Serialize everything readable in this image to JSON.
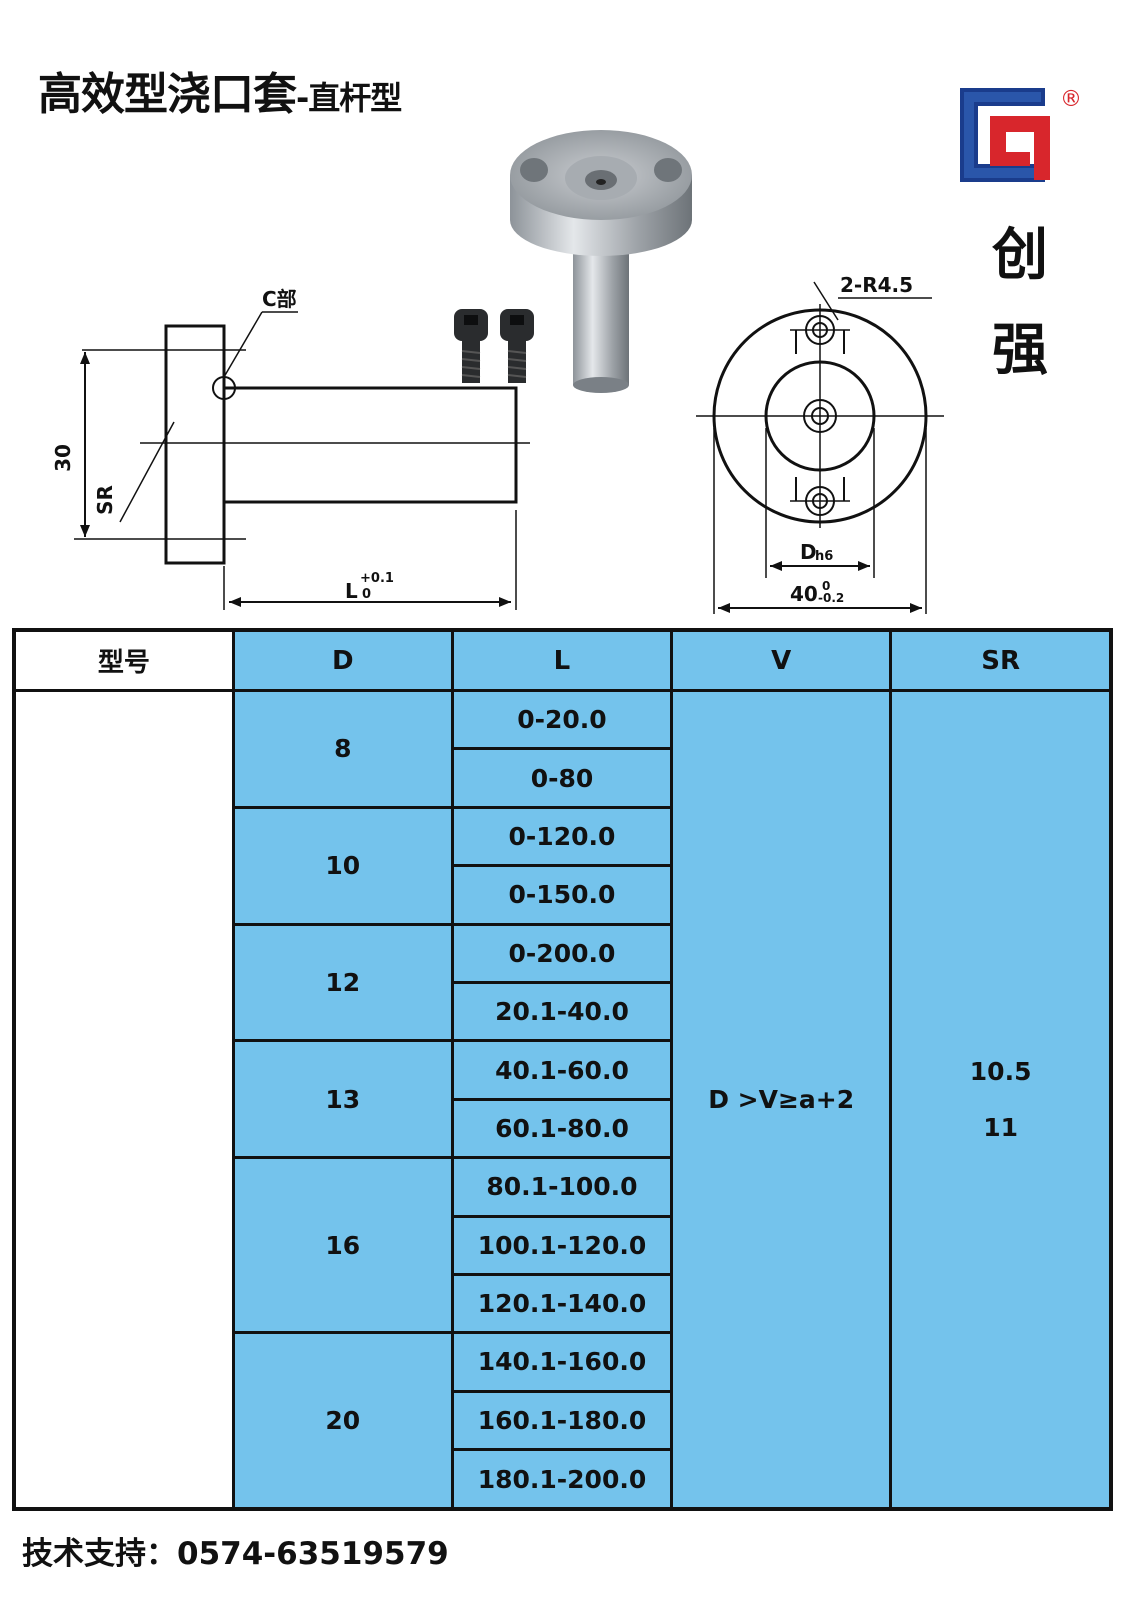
{
  "header": {
    "title_main": "高效型浇口套",
    "title_sub": "-直杆型",
    "brand_chars": [
      "创",
      "强"
    ],
    "registered_mark": "®"
  },
  "drawing": {
    "label_c_part": "C部",
    "label_height": "30",
    "label_sr": "SR",
    "label_l": "L",
    "label_l_tol_upper": "+0.1",
    "label_l_tol_lower": "0",
    "label_holes": "2-R4.5",
    "label_dh6_main": "D",
    "label_dh6_sub": "h6",
    "label_dia_main": "40",
    "label_dia_tol_upper": "0",
    "label_dia_tol_lower": "-0.2"
  },
  "table": {
    "headers": [
      "型号",
      "D",
      "L",
      "V",
      "SR"
    ],
    "groups": [
      {
        "d": "8",
        "l": [
          "0-20.0",
          "0-80"
        ]
      },
      {
        "d": "10",
        "l": [
          "0-120.0",
          "0-150.0"
        ]
      },
      {
        "d": "12",
        "l": [
          "0-200.0",
          "20.1-40.0"
        ]
      },
      {
        "d": "13",
        "l": [
          "40.1-60.0",
          "60.1-80.0"
        ]
      },
      {
        "d": "16",
        "l": [
          "80.1-100.0",
          "100.1-120.0",
          "120.1-140.0"
        ]
      },
      {
        "d": "20",
        "l": [
          "140.1-160.0",
          "160.1-180.0",
          "180.1-200.0"
        ]
      }
    ],
    "v_value": "D >V≥a+2",
    "sr_values": [
      "10.5",
      "11"
    ]
  },
  "footer": {
    "contact": "技术支持：0574-63519579"
  },
  "colors": {
    "table_blue": "#74c3ec",
    "logo_blue": "#1a3c8c",
    "logo_red": "#d8262c"
  }
}
